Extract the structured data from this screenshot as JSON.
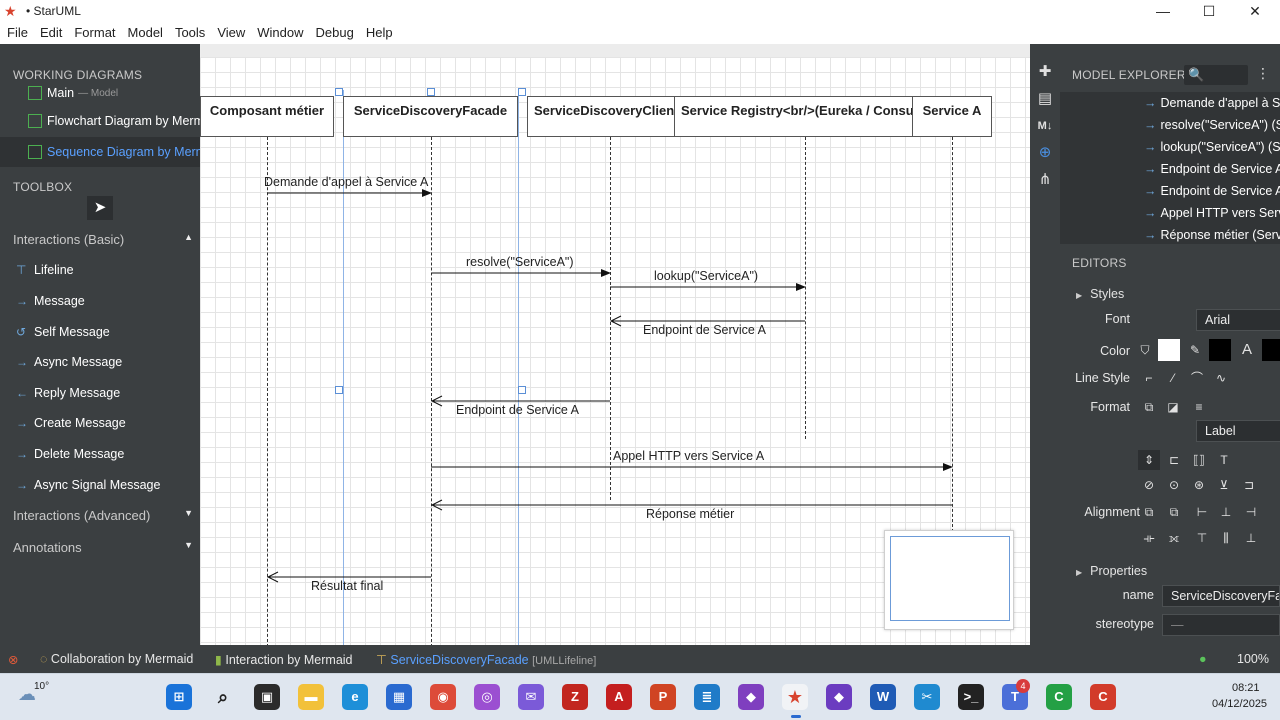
{
  "window": {
    "title": "• StarUML",
    "minimize": "—",
    "maximize": "☐",
    "close": "✕"
  },
  "menu": [
    "File",
    "Edit",
    "Format",
    "Model",
    "Tools",
    "View",
    "Window",
    "Debug",
    "Help"
  ],
  "left_panel": {
    "working_diagrams_title": "WORKING DIAGRAMS",
    "diagrams": [
      {
        "label": "Main",
        "suffix": "— Model"
      },
      {
        "label": "Flowchart Diagram by Mermaid"
      },
      {
        "label": "Sequence Diagram by Mermaid"
      }
    ],
    "toolbox_title": "TOOLBOX",
    "groups": {
      "basic": "Interactions (Basic)",
      "advanced": "Interactions (Advanced)",
      "annotations": "Annotations"
    },
    "tools": [
      "Lifeline",
      "Message",
      "Self Message",
      "Async Message",
      "Reply Message",
      "Create Message",
      "Delete Message",
      "Async Signal Message"
    ]
  },
  "diagram": {
    "lifelines": [
      "Composant métier",
      "ServiceDiscoveryFacade",
      "ServiceDiscoveryClient",
      "Service Registry<br/>(Eureka / Consul)",
      "Service A"
    ],
    "messages": [
      "Demande d'appel à Service A",
      "resolve(\"ServiceA\")",
      "lookup(\"ServiceA\")",
      "Endpoint de Service A",
      "Endpoint de Service A",
      "Appel HTTP vers Service A",
      "Réponse métier",
      "Résultat final"
    ]
  },
  "right_panel": {
    "model_explorer_title": "MODEL EXPLORER",
    "search_icon": "🔍",
    "explorer_items": [
      "Demande d'appel à Service A",
      "resolve(\"ServiceA\") (S",
      "lookup(\"ServiceA\") (S",
      "Endpoint de Service A",
      "Endpoint de Service A",
      "Appel HTTP vers Service A",
      "Réponse métier (Serv"
    ],
    "editors_title": "EDITORS",
    "styles": "Styles",
    "font_label": "Font",
    "font_value": "Arial",
    "color_label": "Color",
    "line_style_label": "Line Style",
    "format_label": "Format",
    "format_value": "Label",
    "alignment_label": "Alignment",
    "properties": "Properties",
    "name_label": "name",
    "name_value": "ServiceDiscoveryFacade",
    "stereotype_label": "stereotype",
    "stereotype_value": "—"
  },
  "status_bar": {
    "tab1": "Collaboration by Mermaid",
    "tab2": "Interaction by Mermaid",
    "selected": "ServiceDiscoveryFacade",
    "selected_type": "[UMLLifeline]",
    "zoom": "100%"
  },
  "taskbar": {
    "weather": "10°",
    "time": "08:21",
    "date": "04/12/2025",
    "badge": "4"
  }
}
